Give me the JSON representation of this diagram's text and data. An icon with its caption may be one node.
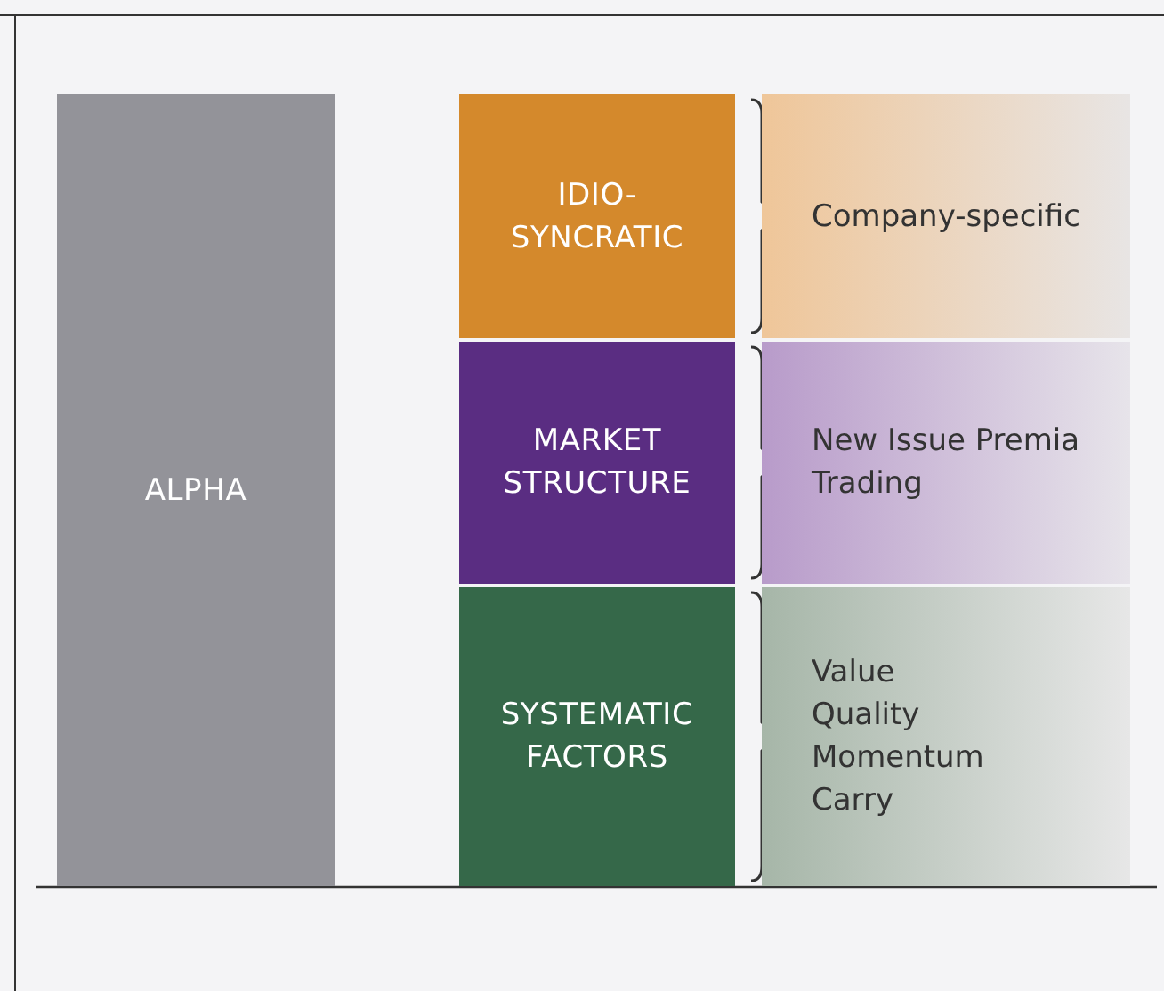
{
  "diagram": {
    "nodes": [
      {
        "text": [
          "ALPHA"
        ]
      },
      {
        "text": [
          "IDIO-SYNCRATIC"
        ]
      },
      {
        "text": [
          "MARKET STRUCTURE"
        ]
      },
      {
        "text": [
          "SYSTEMATIC FACTORS"
        ]
      },
      {
        "text": [
          "Company-specific"
        ]
      },
      {
        "text": [
          "New Issue Premia",
          "Trading"
        ]
      },
      {
        "text": [
          "Value",
          "Quality",
          "Momentum",
          "Carry"
        ]
      }
    ],
    "edges": []
  }
}
